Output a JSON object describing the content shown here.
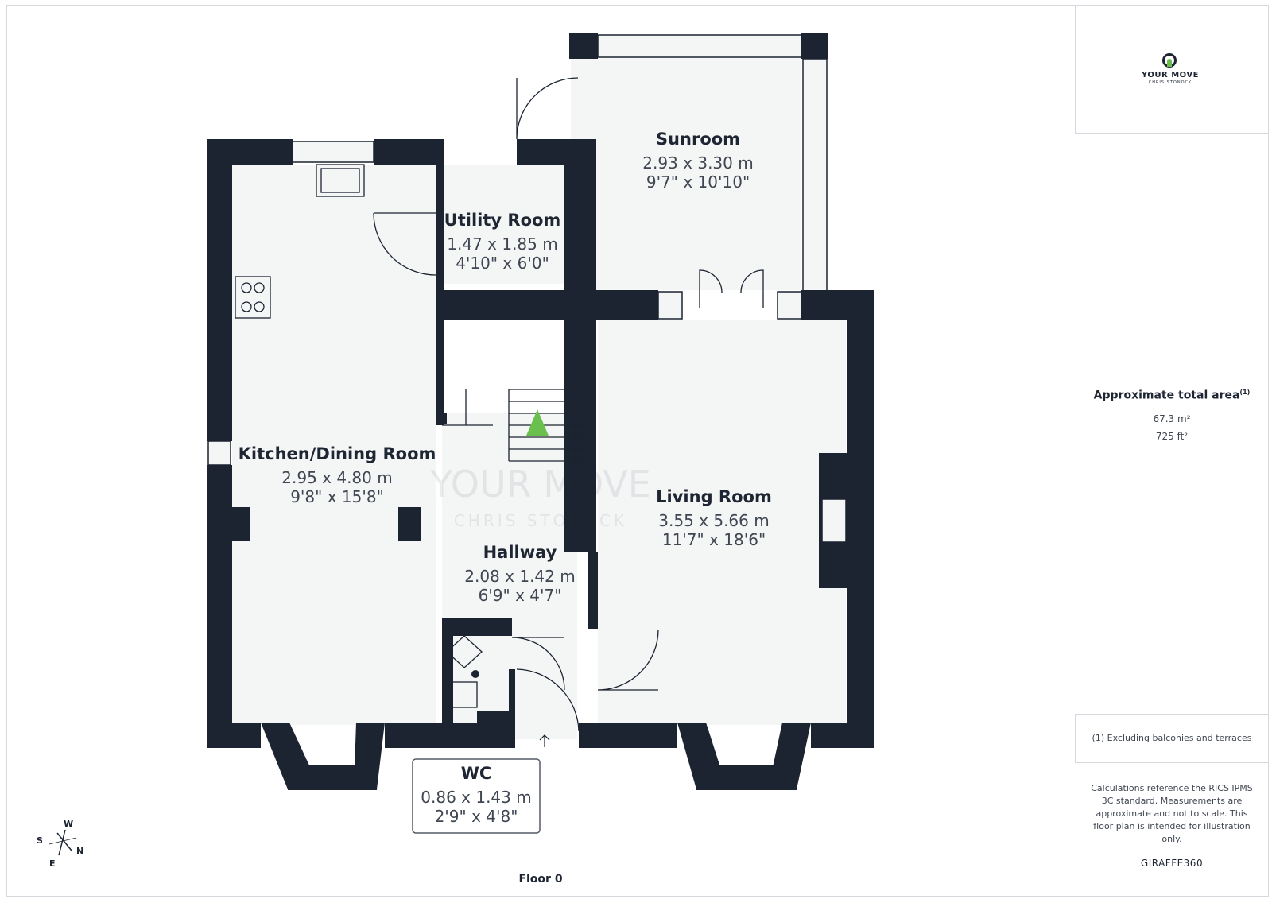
{
  "branding": {
    "logo_name": "YOUR MOVE",
    "logo_sub": "CHRIS STONOCK",
    "watermark_name": "YOUR MOVE",
    "watermark_sub": "CHRIS STONOCK",
    "software": "GIRAFFE360",
    "accent_color": "#6bbf4e",
    "wall_color": "#1c2331"
  },
  "rooms": [
    {
      "name": "Sunroom",
      "metric": "2.93 x 3.30 m",
      "imperial": "9'7\" x 10'10\""
    },
    {
      "name": "Utility Room",
      "metric": "1.47 x 1.85 m",
      "imperial": "4'10\" x 6'0\""
    },
    {
      "name": "Kitchen/Dining Room",
      "metric": "2.95 x 4.80 m",
      "imperial": "9'8\" x 15'8\""
    },
    {
      "name": "Living Room",
      "metric": "3.55 x 5.66 m",
      "imperial": "11'7\" x 18'6\""
    },
    {
      "name": "Hallway",
      "metric": "2.08 x 1.42 m",
      "imperial": "6'9\" x 4'7\""
    },
    {
      "name": "WC",
      "metric": "0.86 x 1.43 m",
      "imperial": "2'9\" x 4'8\""
    }
  ],
  "summary": {
    "area_title": "Approximate total area",
    "area_note_marker": "(1)",
    "area_m2": "67.3 m²",
    "area_ft2": "725 ft²",
    "footnote": "(1) Excluding balconies and terraces",
    "calculation_note": "Calculations reference the RICS IPMS 3C standard. Measurements are approximate and not to scale. This floor plan is intended for illustration only."
  },
  "floor_label": "Floor 0",
  "compass": {
    "n": "N",
    "s": "S",
    "e": "E",
    "w": "W"
  },
  "icons": [
    "compass-icon",
    "entrance-arrow-icon",
    "hob-icon",
    "sink-icon",
    "toilet-icon",
    "basin-icon",
    "camera-viewpoint-icon",
    "logo-pin-icon"
  ]
}
